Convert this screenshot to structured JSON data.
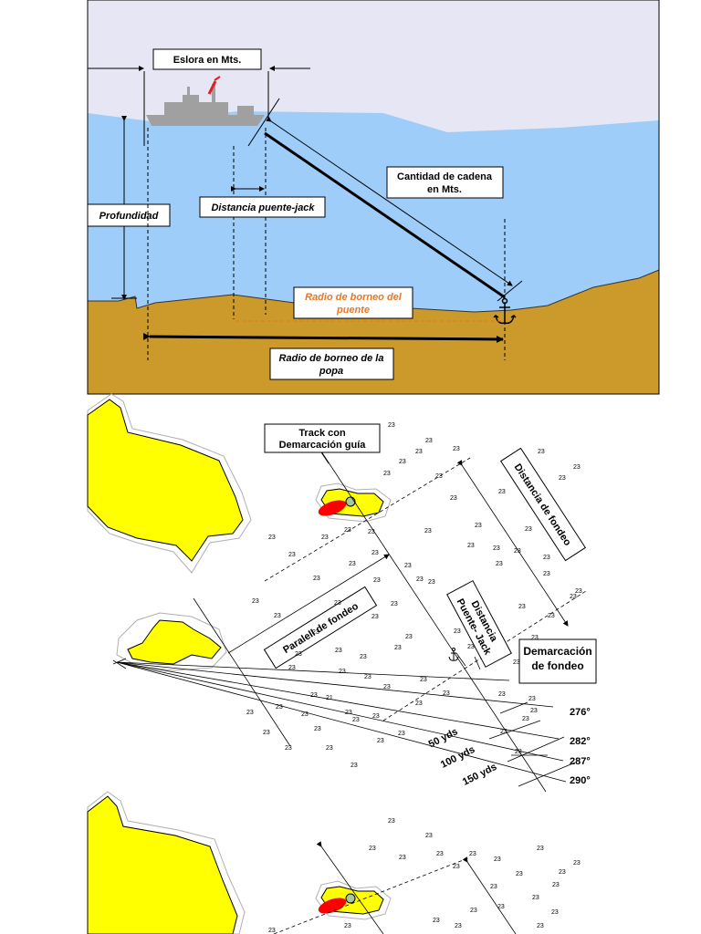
{
  "anchoring_profile": {
    "labels": {
      "eslora": "Eslora  en Mts.",
      "cadena_line1": "Cantidad de cadena",
      "cadena_line2": "en Mts.",
      "profundidad": "Profundidad",
      "distancia_puente_jack": "Distancia puente-jack",
      "radio_puente_line1": "Radio de borneo del",
      "radio_puente_line2": "puente",
      "radio_popa_line1": "Radio de borneo de la",
      "radio_popa_line2": "popa"
    },
    "colors": {
      "sky": "#e6e6f5",
      "water": "#9dcdf8",
      "seabed": "#cc9a2a",
      "ship": "#a0a0a0",
      "orange_text": "#e87722"
    }
  },
  "chart_plan": {
    "labels": {
      "track_line1": "Track con",
      "track_line2": "Demarcación guía",
      "distancia_fondeo": "Distancia de fondeo",
      "paralell_fondeo": "Paralell de fondeo",
      "dist_pj_line1": "Distancia",
      "dist_pj_line2": "Puente- Jack",
      "demarcacion_line1": "Demarcación",
      "demarcacion_line2": "de fondeo",
      "yds50": "50 yds",
      "yds100": "100 yds",
      "yds150": "150 yds",
      "b276": "276°",
      "b282": "282°",
      "b287": "287°",
      "b290": "290°"
    },
    "soundings_value": "23",
    "sounding_variant": "21",
    "colors": {
      "land": "#ffff00",
      "land_outline": "#b0b0b0",
      "shoal": "#ff0000",
      "buoy": "#a8c8a0"
    }
  },
  "icons": [
    "anchor-icon",
    "anchor-icon",
    "buoy-icon",
    "ship-icon",
    "flag-icon"
  ]
}
